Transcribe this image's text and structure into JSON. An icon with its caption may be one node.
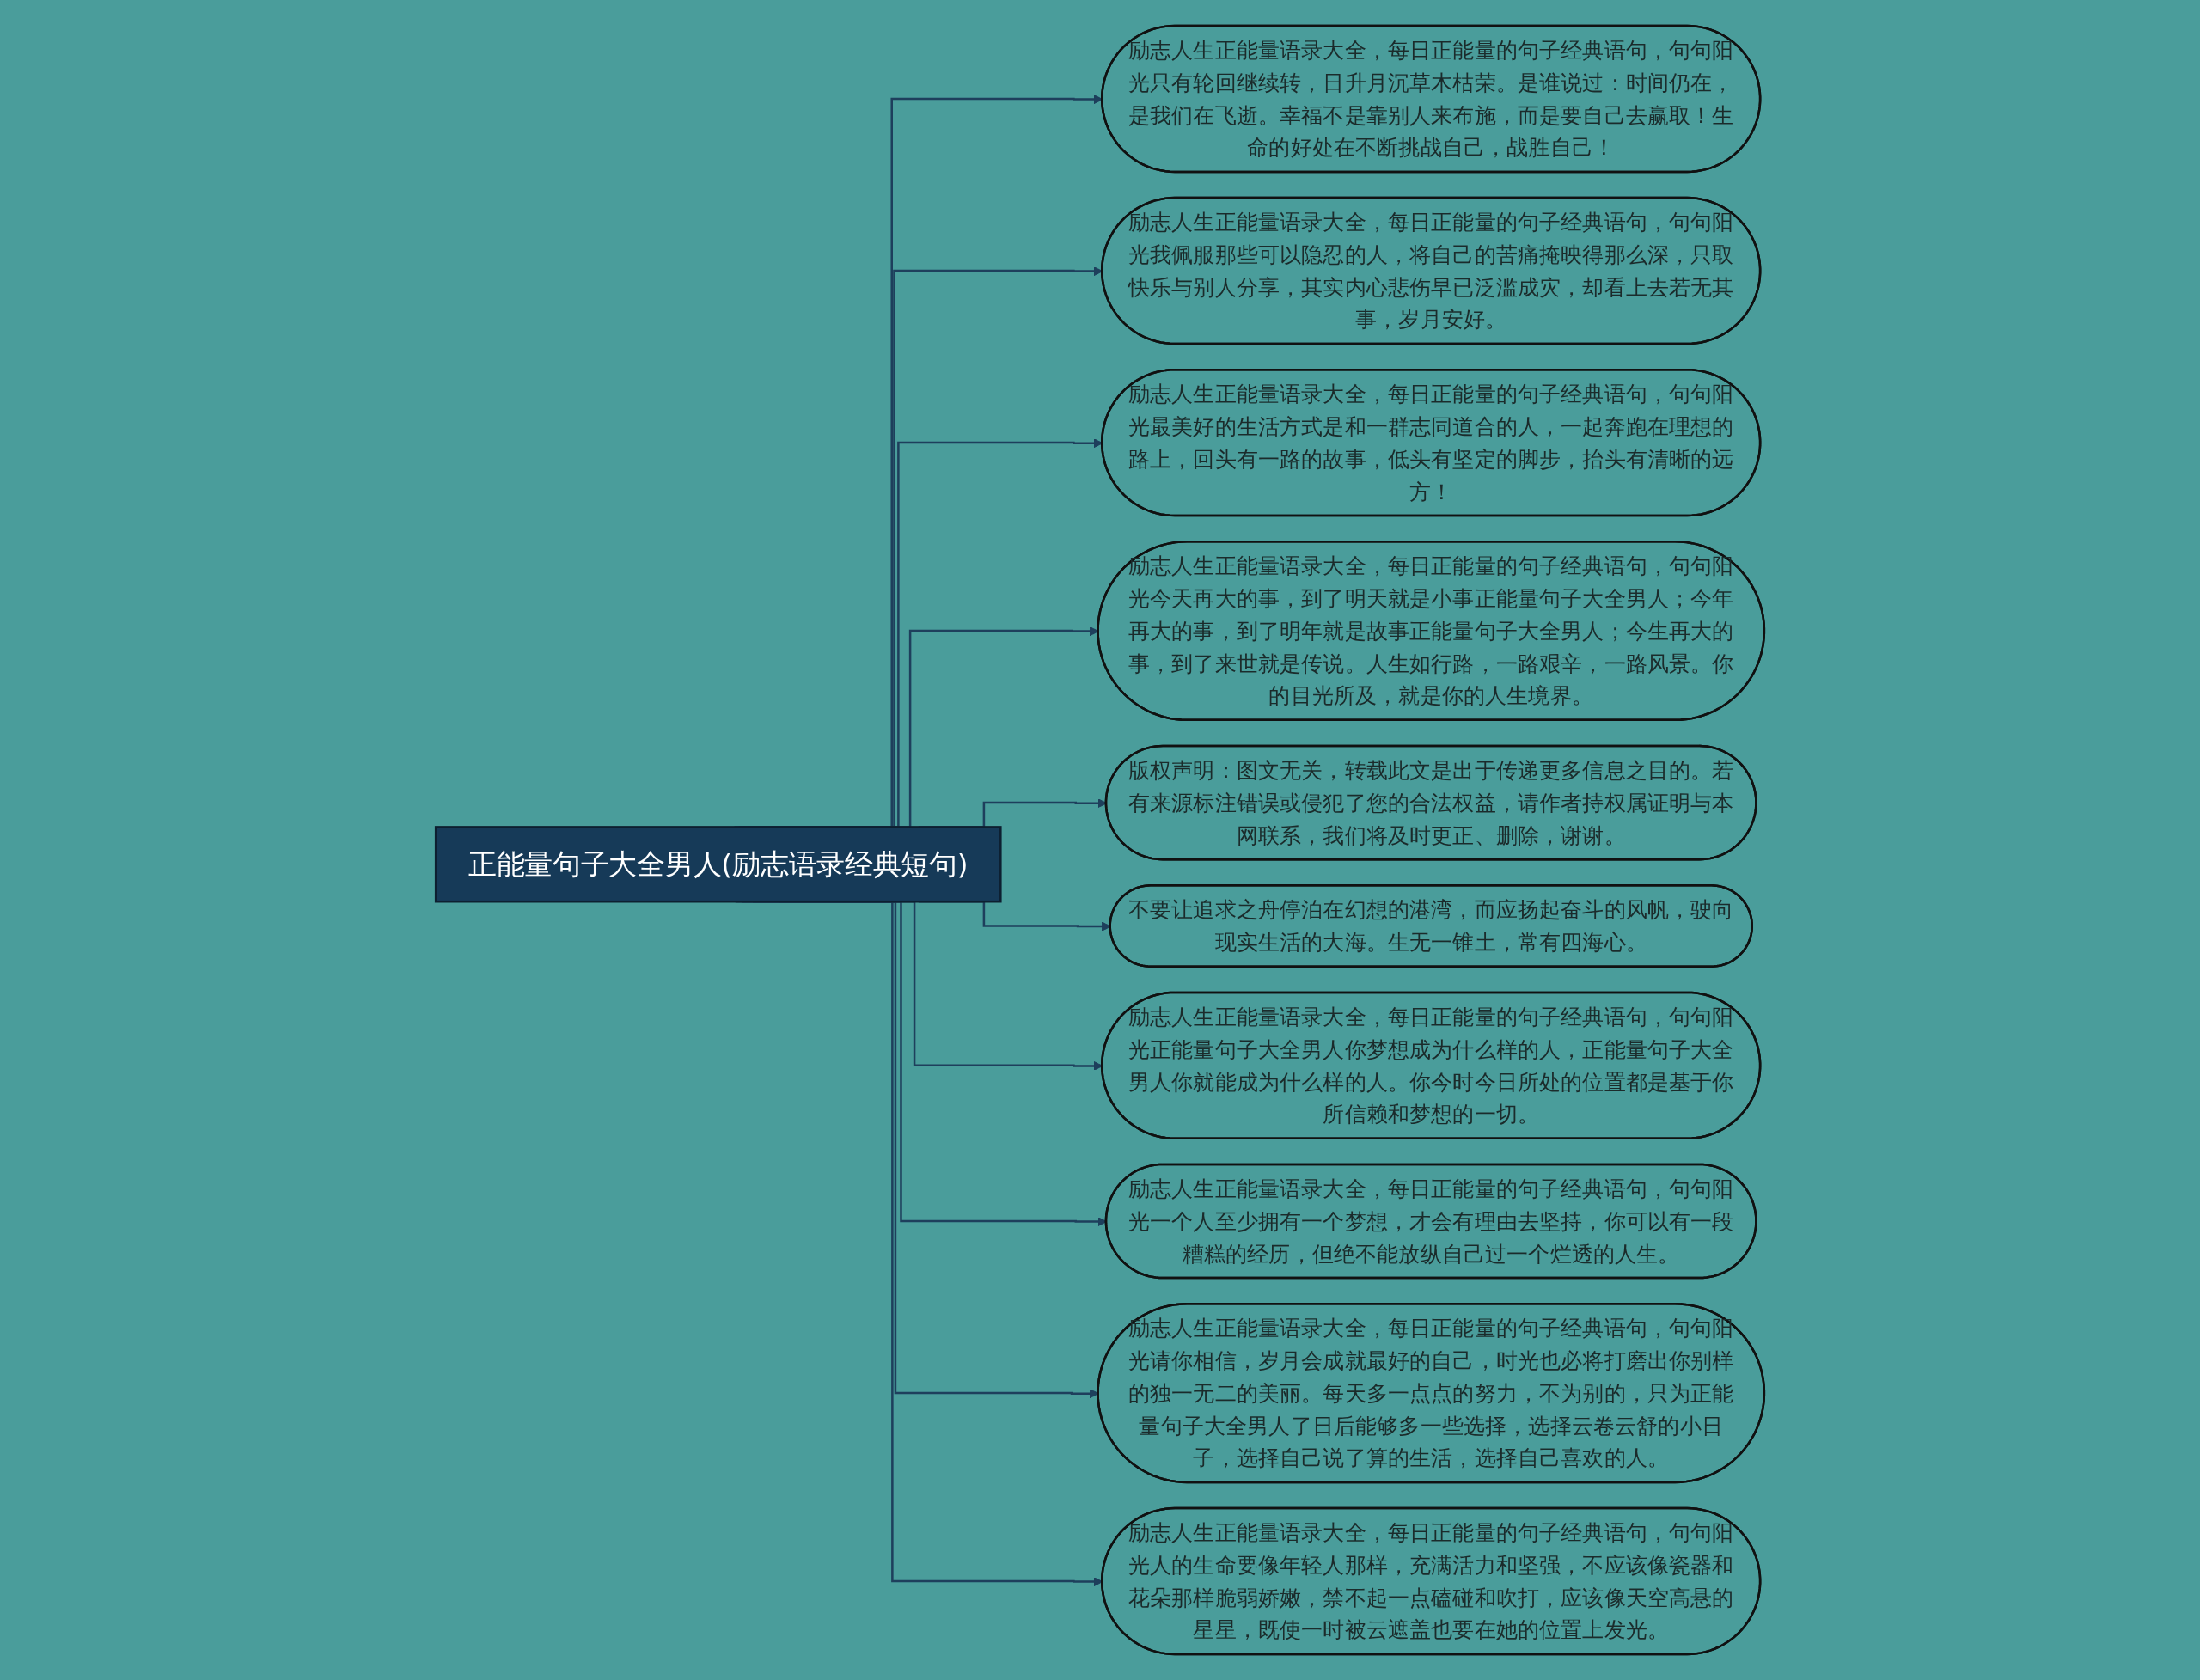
{
  "diagram": {
    "nodes": [
      {
        "text": [
          "正能量句子大全男人(励志语录经典短句)"
        ]
      },
      {
        "text": [
          "励志人生正能量语录大全，每日正能量的句子经典语句，句句阳光只有轮回继续转，日升月沉草木枯荣。是谁说过：时间仍在，是我们在飞逝。幸福不是靠别人来布施，而是要自己去赢取！生命的好处在不断挑战自己，战胜自己！"
        ]
      },
      {
        "text": [
          "励志人生正能量语录大全，每日正能量的句子经典语句，句句阳光我佩服那些可以隐忍的人，将自己的苦痛掩映得那么深，只取快乐与别人分享，其实内心悲伤早已泛滥成灾，却看上去若无其事，岁月安好。"
        ]
      },
      {
        "text": [
          "励志人生正能量语录大全，每日正能量的句子经典语句，句句阳光最美好的生活方式是和一群志同道合的人，一起奔跑在理想的路上，回头有一路的故事，低头有坚定的脚步，抬头有清晰的远方！"
        ]
      },
      {
        "text": [
          "励志人生正能量语录大全，每日正能量的句子经典语句，句句阳光今天再大的事，到了明天就是小事正能量句子大全男人；今年再大的事，到了明年就是故事正能量句子大全男人；今生再大的事，到了来世就是传说。人生如行路，一路艰辛，一路风景。你的目光所及，就是你的人生境界。"
        ]
      },
      {
        "text": [
          "版权声明：图文无关，转载此文是出于传递更多信息之目的。若有来源标注错误或侵犯了您的合法权益，请作者持权属证明与本网联系，我们将及时更正、删除，谢谢。"
        ]
      },
      {
        "text": [
          "不要让追求之舟停泊在幻想的港湾，而应扬起奋斗的风帆，驶向现实生活的大海。生无一锥土，常有四海心。"
        ]
      },
      {
        "text": [
          "励志人生正能量语录大全，每日正能量的句子经典语句，句句阳光正能量句子大全男人你梦想成为什么样的人，正能量句子大全男人你就能成为什么样的人。你今时今日所处的位置都是基于你所信赖和梦想的一切。"
        ]
      },
      {
        "text": [
          "励志人生正能量语录大全，每日正能量的句子经典语句，句句阳光一个人至少拥有一个梦想，才会有理由去坚持，你可以有一段糟糕的经历，但绝不能放纵自己过一个烂透的人生。"
        ]
      },
      {
        "text": [
          "励志人生正能量语录大全，每日正能量的句子经典语句，句句阳光请你相信，岁月会成就最好的自己，时光也必将打磨出你别样的独一无二的美丽。每天多一点点的努力，不为别的，只为正能量句子大全男人了日后能够多一些选择，选择云卷云舒的小日子，选择自己说了算的生活，选择自己喜欢的人。"
        ]
      },
      {
        "text": [
          "励志人生正能量语录大全，每日正能量的句子经典语句，句句阳光人的生命要像年轻人那样，充满活力和坚强，不应该像瓷器和花朵那样脆弱娇嫩，禁不起一点磕碰和吹打，应该像天空高悬的星星，既使一时被云遮盖也要在她的位置上发光。"
        ]
      }
    ],
    "edges": [
      {
        "from": 0,
        "to": 1,
        "arrow": "to"
      },
      {
        "from": 0,
        "to": 2,
        "arrow": "to"
      },
      {
        "from": 0,
        "to": 3,
        "arrow": "to"
      },
      {
        "from": 0,
        "to": 4,
        "arrow": "to"
      },
      {
        "from": 0,
        "to": 5,
        "arrow": "to"
      },
      {
        "from": 0,
        "to": 6,
        "arrow": "to"
      },
      {
        "from": 0,
        "to": 7,
        "arrow": "to"
      },
      {
        "from": 0,
        "to": 8,
        "arrow": "to"
      },
      {
        "from": 0,
        "to": 9,
        "arrow": "to"
      },
      {
        "from": 0,
        "to": 10,
        "arrow": "to"
      }
    ]
  }
}
